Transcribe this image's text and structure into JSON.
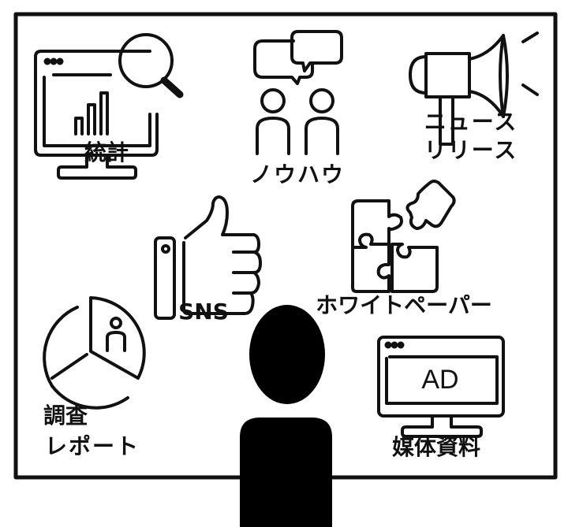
{
  "labels": {
    "statistics": "統計",
    "knowhow": "ノウハウ",
    "press_release_line1": "ニュース",
    "press_release_line2": "リリース",
    "sns": "SNS",
    "whitepaper": "ホワイトペーパー",
    "survey_line1": "調査",
    "survey_line2": "レポート",
    "media_kit": "媒体資料",
    "ad_screen": "AD"
  },
  "colors": {
    "ink": "#111111",
    "background": "#ffffff"
  }
}
